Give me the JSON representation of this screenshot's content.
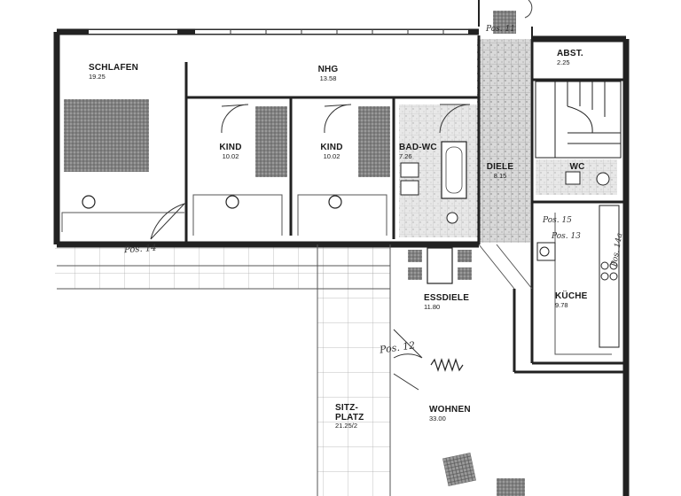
{
  "rooms": {
    "schlafen": {
      "name": "SCHLAFEN",
      "area": "19.25"
    },
    "nhg": {
      "name": "NHG",
      "area": "13.58"
    },
    "kind1": {
      "name": "KIND",
      "area": "10.02"
    },
    "kind2": {
      "name": "KIND",
      "area": "10.02"
    },
    "bad_wc": {
      "name": "BAD-WC",
      "area": "7.26"
    },
    "diele": {
      "name": "DIELE",
      "area": "8.15"
    },
    "abst": {
      "name": "ABST.",
      "area": "2.25"
    },
    "wc": {
      "name": "WC",
      "area": ""
    },
    "kueche": {
      "name": "KÜCHE",
      "area": "9.78"
    },
    "essdiele": {
      "name": "ESSDIELE",
      "area": "11.80"
    },
    "wohnen": {
      "name": "WOHNEN",
      "area": "33.00"
    },
    "sitzplatz": {
      "line1": "SITZ-",
      "line2": "PLATZ",
      "area": "21.25/2"
    }
  },
  "annotations": {
    "pos11": "Pos. 11",
    "pos12": "Pos. 12",
    "pos13": "Pos. 13",
    "pos14": "Pos. 14",
    "pos15": "Pos. 15",
    "pos14_vertical": "Pos. 14a"
  }
}
